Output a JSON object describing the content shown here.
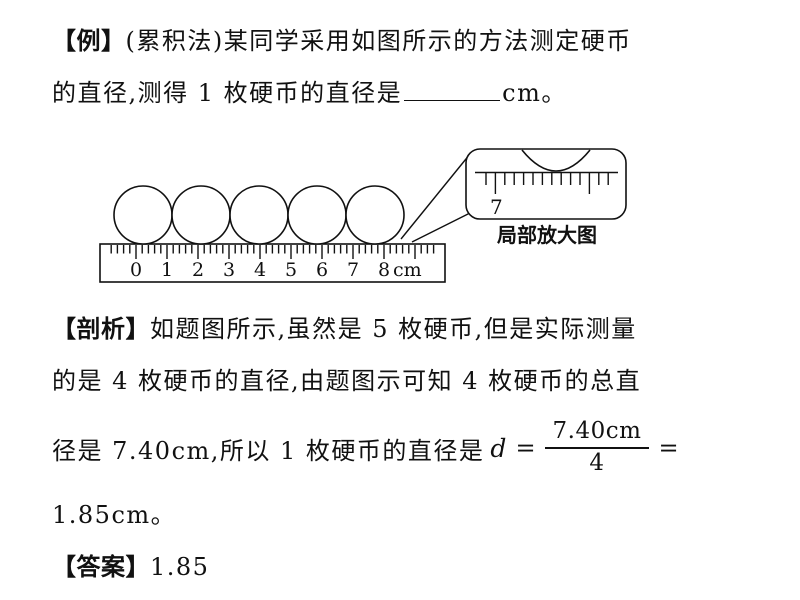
{
  "example": {
    "tag": "【例】",
    "intro": "(累积法)某同学采用如图所示的方法测定硬币",
    "line2_pre": "的直径,测得 1 枚硬币的直径是",
    "line2_post": "cm。"
  },
  "diagram": {
    "coin_count": 5,
    "ruler_labels": [
      "0",
      "1",
      "2",
      "3",
      "4",
      "5",
      "6",
      "7",
      "8"
    ],
    "ruler_unit": "cm",
    "magnifier_number": "7",
    "magnifier_caption": "局部放大图"
  },
  "analysis": {
    "tag": "【剖析】",
    "line1": "如题图所示,虽然是 5 枚硬币,但是实际测量",
    "line2": "的是 4 枚硬币的直径,由题图示可知 4 枚硬币的总直",
    "line3_pre": "径是 7.40cm,所以 1 枚硬币的直径是",
    "eq": {
      "var": "d",
      "eq1": "=",
      "num": "7.40cm",
      "den": "4",
      "eq2": "="
    },
    "line4": "1.85cm。"
  },
  "answer": {
    "tag": "【答案】",
    "value": "1.85"
  }
}
